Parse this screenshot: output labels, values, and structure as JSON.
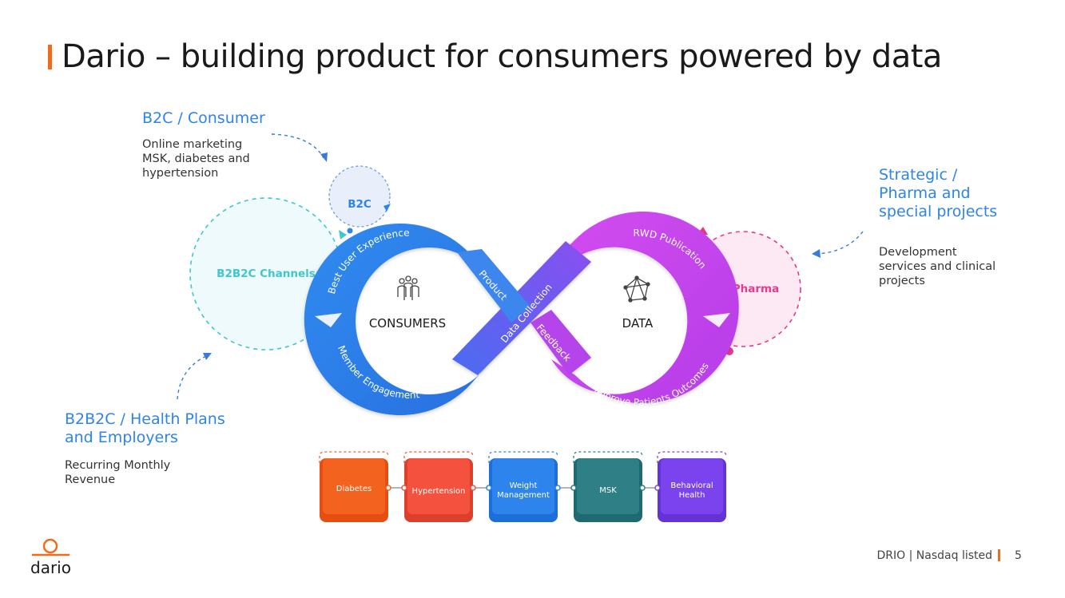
{
  "title": "Dario – building product for consumers powered by data",
  "b2c": {
    "heading": "B2C / Consumer",
    "lines": [
      "Online marketing",
      "MSK, diabetes and",
      "hypertension"
    ],
    "bubble": "B2C"
  },
  "b2b2c": {
    "heading_lines": [
      "B2B2C / Health Plans",
      "and Employers"
    ],
    "lines": [
      "Recurring Monthly",
      "Revenue"
    ],
    "bubble": "B2B2C Channels"
  },
  "strategic": {
    "heading_lines": [
      "Strategic /",
      "Pharma and",
      "special projects"
    ],
    "lines": [
      "Development",
      "services and clinical",
      "projects"
    ],
    "bubble": "Pharma"
  },
  "loop": {
    "left_center": "CONSUMERS",
    "right_center": "DATA",
    "arrows": {
      "best_user_experience": "Best User Experience",
      "product": "Product",
      "member_engagement": "Member Engagement",
      "data_collection": "Data Collection",
      "feedback": "Feedback",
      "rwd_publication": "RWD Publication",
      "improve_outcomes": "Improve Patients Outcomes"
    }
  },
  "programs": [
    {
      "label": "Diabetes",
      "color": "#f4621f"
    },
    {
      "label": "Hypertension",
      "color": "#f4523f"
    },
    {
      "label": "Weight Management",
      "color": "#2d84ec"
    },
    {
      "label": "MSK",
      "color": "#2e7f86"
    },
    {
      "label": "Behavioral Health",
      "color": "#7b43ee"
    }
  ],
  "footer": {
    "ticker": "DRIO | Nasdaq listed",
    "page": "5",
    "logo": "dario"
  },
  "colors": {
    "blue": "#2d84ec",
    "magenta": "#cc44ee",
    "orange": "#f26b1d",
    "teal": "#3fc7cf",
    "pink": "#e8398a"
  }
}
